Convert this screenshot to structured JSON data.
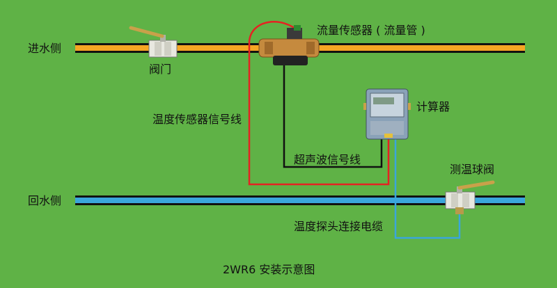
{
  "title": "2WR6 安装示意图",
  "labels": {
    "supply_side": "进水侧",
    "return_side": "回水侧",
    "valve": "阀门",
    "flow_sensor": "流量传感器 ( 流量管 )",
    "calculator": "计算器",
    "temp_signal_line": "温度传感器信号线",
    "ultrasonic_signal_line": "超声波信号线",
    "temp_ball_valve": "测温球阀",
    "probe_cable": "温度探头连接电缆"
  },
  "colors": {
    "background": "#5fb246",
    "supply_pipe": "#f5a623",
    "return_pipe": "#3aa6dc",
    "pipe_outline": "#111111",
    "temp_signal_wire": "#e52222",
    "ultrasonic_wire": "#111111",
    "probe_cable": "#3aa6dc",
    "valve_handle": "#c9a14a"
  }
}
